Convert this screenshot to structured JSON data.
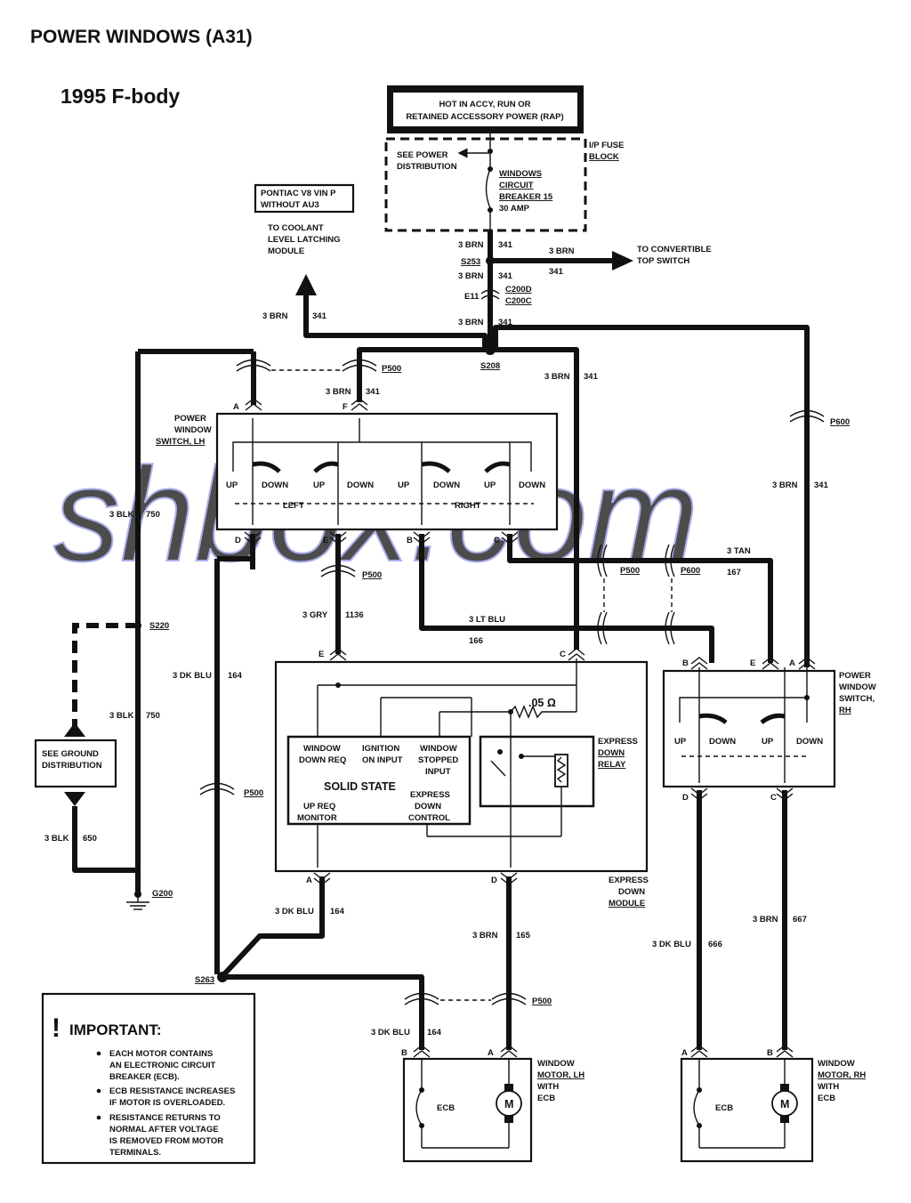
{
  "title": "POWER WINDOWS (A31)",
  "subtitle": "1995 F-body",
  "watermark": "shbox.com",
  "power_source": {
    "line1": "HOT IN ACCY, RUN OR",
    "line2": "RETAINED ACCESSORY POWER (RAP)"
  },
  "fuse_block": {
    "name_line1": "I/P FUSE",
    "name_line2": "BLOCK",
    "see_line1": "SEE POWER",
    "see_line2": "DISTRIBUTION",
    "breaker_line1": "WINDOWS",
    "breaker_line2": "CIRCUIT",
    "breaker_line3": "BREAKER 15",
    "breaker_line4": "30 AMP"
  },
  "pontiac_box": {
    "line1": "PONTIAC V8 VIN P",
    "line2": "WITHOUT AU3"
  },
  "coolant_note": {
    "line1": "TO COOLANT",
    "line2": "LEVEL LATCHING",
    "line3": "MODULE"
  },
  "convertible": {
    "line1": "TO CONVERTIBLE",
    "line2": "TOP SWITCH"
  },
  "splices": {
    "s253": "S253",
    "s208": "S208",
    "s220": "S220",
    "s263": "S263",
    "g200": "G200"
  },
  "connectors": {
    "p500": "P500",
    "p600": "P600",
    "e11": "E11",
    "c200d": "C200D",
    "c200c": "C200C"
  },
  "wires": {
    "brn": "3 BRN",
    "n341": "341",
    "blk": "3 BLK",
    "n750": "750",
    "n650": "650",
    "dkblu": "3 DK BLU",
    "n164": "164",
    "n666": "666",
    "gry": "3 GRY",
    "n1136": "1136",
    "ltblu": "3 LT BLU",
    "n166": "166",
    "tan": "3 TAN",
    "n167": "167",
    "n165": "165",
    "n667": "667"
  },
  "pins": {
    "a": "A",
    "b": "B",
    "c": "C",
    "d": "D",
    "e": "E",
    "f": "F"
  },
  "lh_switch": {
    "name_line1": "POWER",
    "name_line2": "WINDOW",
    "name_line3": "SWITCH, LH",
    "up": "UP",
    "down": "DOWN",
    "left": "LEFT",
    "right": "RIGHT"
  },
  "rh_switch": {
    "name_line1": "POWER",
    "name_line2": "WINDOW",
    "name_line3": "SWITCH,",
    "name_line4": "RH"
  },
  "ground_box": {
    "line1": "SEE GROUND",
    "line2": "DISTRIBUTION"
  },
  "module": {
    "name_line1": "EXPRESS",
    "name_line2": "DOWN",
    "name_line3": "MODULE",
    "window_down_req_1": "WINDOW",
    "window_down_req_2": "DOWN REQ",
    "ignition_1": "IGNITION",
    "ignition_2": "ON INPUT",
    "stopped_1": "WINDOW",
    "stopped_2": "STOPPED",
    "stopped_3": "INPUT",
    "solid_state": "SOLID STATE",
    "up_req_1": "UP REQ",
    "up_req_2": "MONITOR",
    "express_1": "EXPRESS",
    "express_2": "DOWN",
    "express_3": "CONTROL",
    "resistor": ".05 Ω",
    "relay_1": "EXPRESS",
    "relay_2": "DOWN",
    "relay_3": "RELAY"
  },
  "motor_lh": {
    "name_line1": "WINDOW",
    "name_line2": "MOTOR, LH",
    "name_line3": "WITH",
    "name_line4": "ECB",
    "ecb": "ECB",
    "m": "M"
  },
  "motor_rh": {
    "name_line1": "WINDOW",
    "name_line2": "MOTOR, RH",
    "name_line3": "WITH",
    "name_line4": "ECB",
    "ecb": "ECB",
    "m": "M"
  },
  "important": {
    "mark": "!",
    "heading": "IMPORTANT:",
    "b1_1": "EACH MOTOR CONTAINS",
    "b1_2": "AN ELECTRONIC CIRCUIT",
    "b1_3": "BREAKER (ECB).",
    "b2_1": "ECB RESISTANCE INCREASES",
    "b2_2": "IF MOTOR IS OVERLOADED.",
    "b3_1": "RESISTANCE RETURNS TO",
    "b3_2": "NORMAL AFTER VOLTAGE",
    "b3_3": "IS REMOVED FROM MOTOR",
    "b3_4": "TERMINALS."
  },
  "colors": {
    "line": "#111111",
    "watermark": "#8f95e6"
  }
}
